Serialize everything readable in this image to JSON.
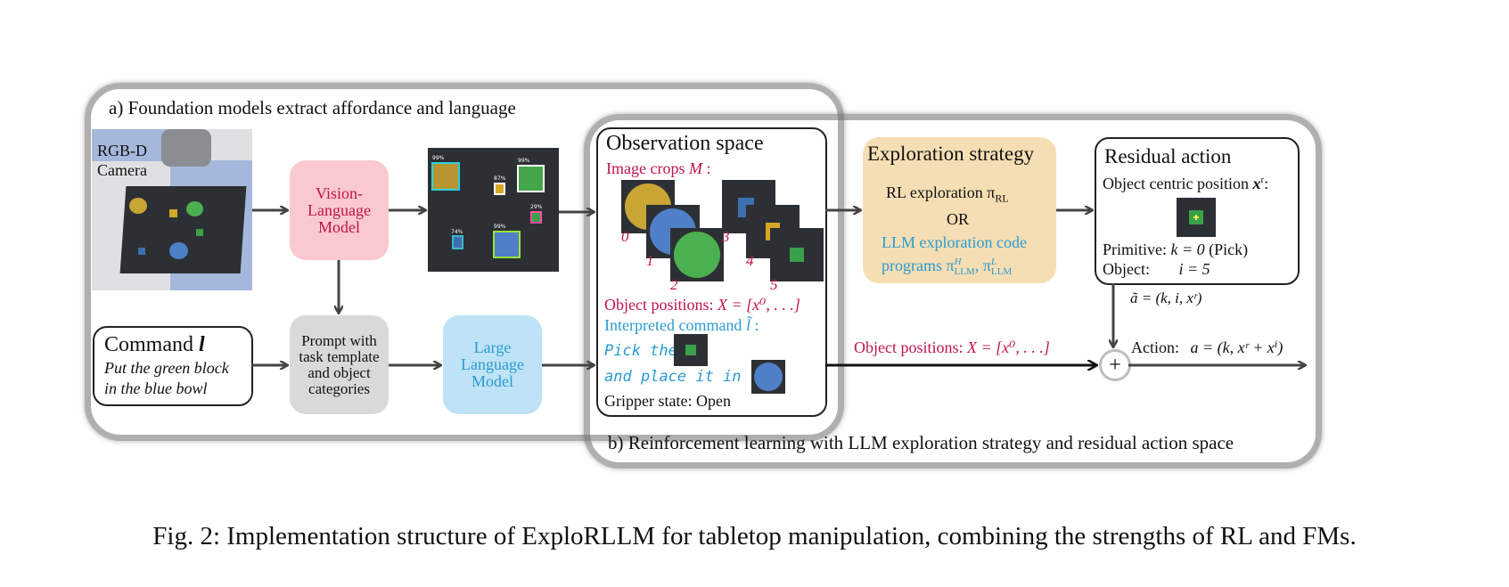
{
  "region_a": {
    "label": "a) Foundation models extract affordance and language"
  },
  "region_b": {
    "label": "b) Reinforcement learning with LLM exploration strategy and residual action space"
  },
  "camera": {
    "label_line1": "RGB-D",
    "label_line2": "Camera"
  },
  "vlm": {
    "line1": "Vision-",
    "line2": "Language",
    "line3": "Model"
  },
  "detections": {
    "labels": [
      "99%",
      "99%",
      "87%",
      "29%",
      "74%",
      "99%"
    ]
  },
  "command": {
    "title": "Command",
    "symbol": "l",
    "text_line1": "Put the green block",
    "text_line2": "in the blue bowl"
  },
  "prompt": {
    "line1": "Prompt with",
    "line2": "task template",
    "line3": "and object",
    "line4": "categories"
  },
  "llm": {
    "line1": "Large",
    "line2": "Language",
    "line3": "Model"
  },
  "observation": {
    "title": "Observation space",
    "image_crops_label": "Image crops",
    "image_crops_symbol": "M",
    "crop_indices": [
      "0",
      "1",
      "2",
      "3",
      "4",
      "5"
    ],
    "object_positions_label": "Object positions:",
    "object_positions_expr": "X = [x⁰, . . .]",
    "interpreted_label": "Interpreted command",
    "interpreted_symbol": "l̃",
    "pick_text": "Pick the",
    "place_text": "and place it in the",
    "gripper": "Gripper state: Open"
  },
  "exploration": {
    "title": "Exploration strategy",
    "rl_text": "RL exploration π",
    "rl_sub": "RL",
    "or_text": "OR",
    "llm_line1": "LLM exploration code",
    "llm_line2": "programs π",
    "llm_sup1": "H",
    "llm_sub1": "LLM",
    "llm_sep": ", π",
    "llm_sup2": "L",
    "llm_sub2": "LLM"
  },
  "residual": {
    "title": "Residual action",
    "object_centric": "Object centric position",
    "object_centric_symbol": "x",
    "object_centric_sup": "r",
    "primitive_label": "Primitive:",
    "primitive_value": "k = 0",
    "primitive_note": "(Pick)",
    "object_label": "Object:",
    "object_value": "i = 5",
    "tuple": "ã = (k, i, xʳ)"
  },
  "bottom_arrow": {
    "label": "Object positions:",
    "expr": "X = [x⁰, . . .]"
  },
  "action": {
    "label": "Action:",
    "expr": "a = (k, xʳ + xⁱ)",
    "plus": "+"
  },
  "caption": "Fig. 2: Implementation structure of ExploRLLM for tabletop manipulation, combining the strengths of RL and FMs.",
  "colors": {
    "vlm_fill": "#f9c9cf",
    "prompt_fill": "#d9d9d9",
    "llm_fill": "#bfe3f6",
    "exploration_fill": "#f6deb4",
    "crimson": "#c0144a",
    "blue": "#2b9bd0",
    "table": "#2c3034"
  }
}
